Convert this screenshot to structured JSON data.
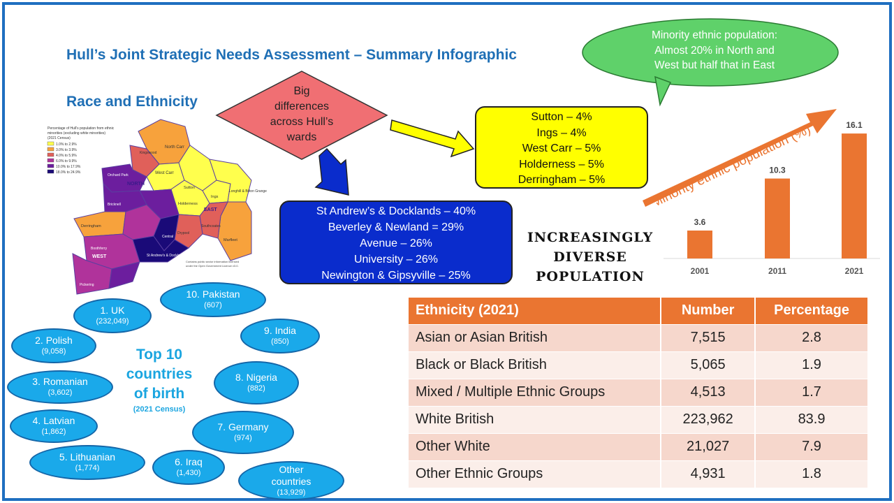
{
  "header": {
    "title": "Hull’s Joint Strategic Needs Assessment – Summary Infographic",
    "section_title": "Race and Ethnicity"
  },
  "map": {
    "legend_title": [
      "Percentage of Hull's population from ethnic",
      "minorities (excluding white minorities)",
      "(2021 Census)"
    ],
    "legend_items": [
      {
        "label": "1.0% to 2.9%",
        "color": "#ffff4d"
      },
      {
        "label": "3.0% to 3.9%",
        "color": "#f7a23c"
      },
      {
        "label": "4.0% to 5.9%",
        "color": "#e0605a"
      },
      {
        "label": "6.0% to 9.9%",
        "color": "#b0339b"
      },
      {
        "label": "10.0% to 17.9%",
        "color": "#6c1e9e"
      },
      {
        "label": "18.0% to 24.9%",
        "color": "#1a0a78"
      }
    ],
    "area_labels": {
      "north": "NORTH",
      "east": "EAST",
      "west": "WEST",
      "north_carr": "North Carr",
      "kingswood": "Kingswood",
      "orchard_park": "Orchard Park",
      "west_carr": "West Carr",
      "sutton": "Sutton",
      "ings": "Ings",
      "longhill": "Longhill & Bilton Grange",
      "holderness": "Holderness",
      "derringham": "Derringham",
      "southcoates": "Southcoates",
      "marfleet": "Marfleet",
      "drypool": "Drypool",
      "boothferry": "Boothferry",
      "pickering": "Pickering",
      "central": "Central",
      "st_andrews": "St Andrew's & Docklands",
      "bricknell": "Bricknell"
    },
    "copyright": [
      "Contains public sector information licensed",
      "under the Open Government Licence v3.0."
    ]
  },
  "diamond": {
    "lines": [
      "Big",
      "differences",
      "across Hull’s",
      "wards"
    ]
  },
  "lowest_wards": [
    "Sutton – 4%",
    "Ings – 4%",
    "West Carr – 5%",
    "Holderness – 5%",
    "Derringham – 5%"
  ],
  "highest_wards": [
    "St Andrew’s & Docklands – 40%",
    "Beverley & Newland = 29%",
    "Avenue – 26%",
    "University – 26%",
    "Newington & Gipsyville – 25%"
  ],
  "speech_bubble": {
    "lines": [
      "Minority ethnic population:",
      "Almost 20% in North and",
      "West but half that in East"
    ]
  },
  "diverse_text": [
    "INCREASINGLY",
    "DIVERSE",
    "POPULATION"
  ],
  "chart_data": {
    "type": "bar",
    "categories": [
      "2001",
      "2011",
      "2021"
    ],
    "values": [
      3.6,
      10.3,
      16.1
    ],
    "ylabel": "Minority ethnic population (%)",
    "ylim": [
      0,
      18
    ],
    "bar_color": "#ea7531",
    "grid": false,
    "legend": "none"
  },
  "countries": {
    "heading_lines": [
      "Top 10",
      "countries",
      "of birth"
    ],
    "subheading": "(2021 Census)",
    "items": [
      {
        "name": "1. UK",
        "count": "(232,049)"
      },
      {
        "name": "2. Polish",
        "count": "(9,058)"
      },
      {
        "name": "3. Romanian",
        "count": "(3,602)"
      },
      {
        "name": "4. Latvian",
        "count": "(1,862)"
      },
      {
        "name": "5. Lithuanian",
        "count": "(1,774)"
      },
      {
        "name": "6. Iraq",
        "count": "(1,430)"
      },
      {
        "name": "7. Germany",
        "count": "(974)"
      },
      {
        "name": "8. Nigeria",
        "count": "(882)"
      },
      {
        "name": "9. India",
        "count": "(850)"
      },
      {
        "name": "10. Pakistan",
        "count": "(607)"
      },
      {
        "name": "Other countries",
        "count": "(13,929)"
      }
    ]
  },
  "ethnicity_table": {
    "headers": [
      "Ethnicity (2021)",
      "Number",
      "Percentage"
    ],
    "rows": [
      [
        "Asian or Asian British",
        "7,515",
        "2.8"
      ],
      [
        "Black or Black British",
        "5,065",
        "1.9"
      ],
      [
        "Mixed / Multiple Ethnic Groups",
        "4,513",
        "1.7"
      ],
      [
        "White British",
        "223,962",
        "83.9"
      ],
      [
        "Other White",
        "21,027",
        "7.9"
      ],
      [
        "Other Ethnic Groups",
        "4,931",
        "1.8"
      ]
    ]
  }
}
